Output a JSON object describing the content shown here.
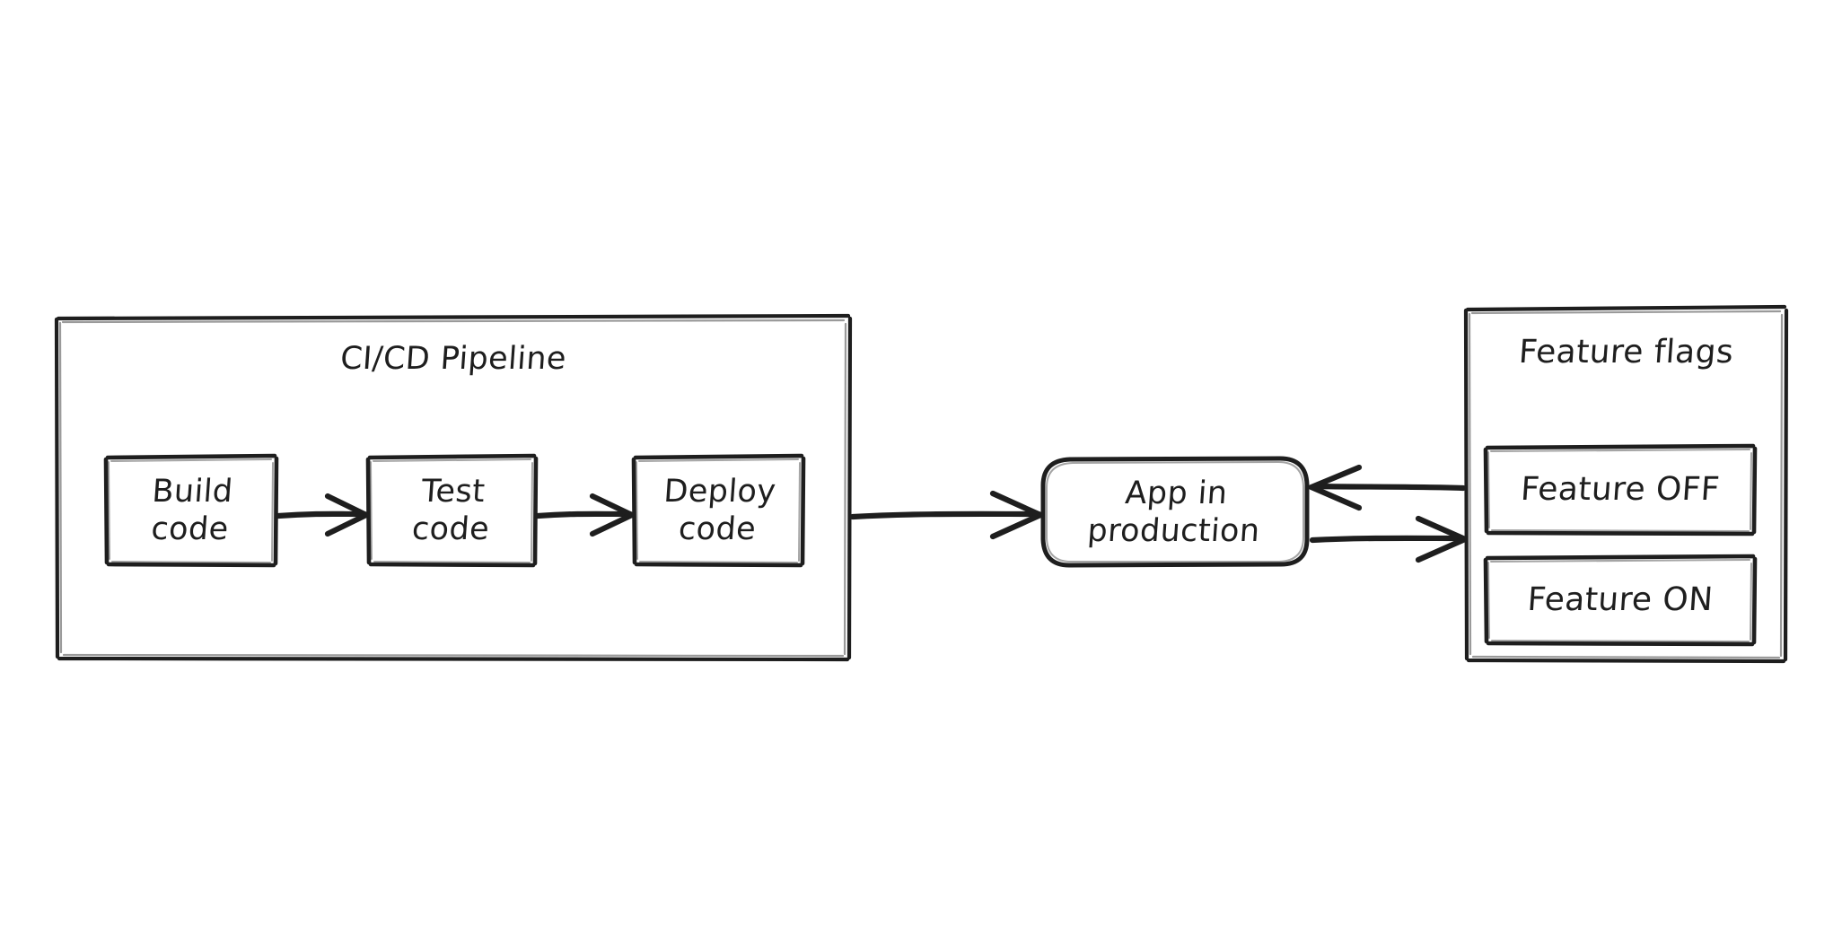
{
  "diagram": {
    "style": "hand-drawn sketch",
    "background_color": "#ffffff",
    "stroke_color": "#1e1e1e",
    "pipeline": {
      "title": "CI/CD Pipeline",
      "stages": [
        {
          "label": "Build\ncode",
          "line1": "Build",
          "line2": "code"
        },
        {
          "label": "Test\ncode",
          "line1": "Test",
          "line2": "code"
        },
        {
          "label": "Deploy\ncode",
          "line1": "Deploy",
          "line2": "code"
        }
      ]
    },
    "app": {
      "line1": "App in",
      "line2": "production"
    },
    "feature_flags": {
      "title": "Feature flags",
      "items": [
        {
          "label": "Feature OFF"
        },
        {
          "label": "Feature ON"
        }
      ]
    },
    "connectors": [
      {
        "name": "build-to-test",
        "from": "Build code",
        "to": "Test code",
        "direction": "right"
      },
      {
        "name": "test-to-deploy",
        "from": "Test code",
        "to": "Deploy code",
        "direction": "right"
      },
      {
        "name": "pipeline-to-app",
        "from": "CI/CD Pipeline",
        "to": "App in production",
        "direction": "right"
      },
      {
        "name": "flags-to-app",
        "from": "Feature flags",
        "to": "App in production",
        "direction": "left"
      },
      {
        "name": "app-to-flags",
        "from": "App in production",
        "to": "Feature flags",
        "direction": "right"
      }
    ]
  }
}
